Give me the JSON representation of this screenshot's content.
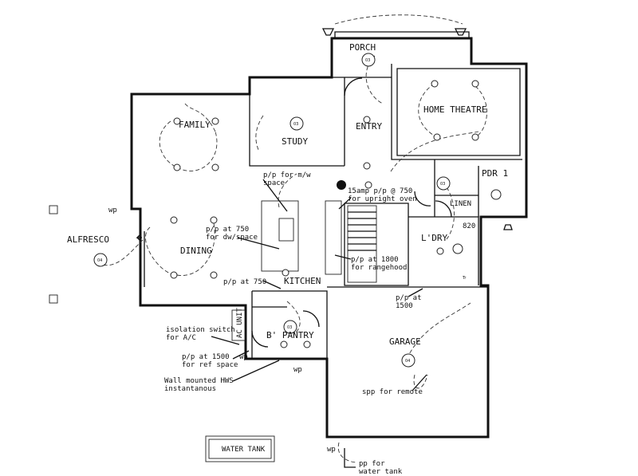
{
  "rooms": {
    "porch": "PORCH",
    "home_theatre": "HOME THEATRE",
    "family": "FAMILY",
    "study": "STUDY",
    "entry": "ENTRY",
    "pdr": "PDR 1",
    "linen": "LINEN",
    "alfresco": "ALFRESCO",
    "dining": "DINING",
    "kitchen": "KITCHEN",
    "ldry": "L'DRY",
    "bpantry": "B' PANTRY",
    "garage": "GARAGE",
    "ac_unit": "AC UNIT",
    "water_tank": "WATER TANK"
  },
  "notes": {
    "pp_mw_1": "p/p for m/w",
    "pp_mw_2": "space",
    "amp_1": "15amp p/p @ 750",
    "amp_2": "for upright oven",
    "pp_dw_1": "p/p at 750",
    "pp_dw_2": "for dw/space",
    "pp_rh_1": "p/p at 1800",
    "pp_rh_2": "for rangehood",
    "pp_750": "p/p at 750",
    "pp_1500_1": "p/p at",
    "pp_1500_2": "1500",
    "iso_1": "isolation switch",
    "iso_2": "for A/C",
    "ref_1": "p/p at 1500",
    "ref_2": "for ref space",
    "hws_1": "Wall mounted HWS",
    "hws_2": "instantanous",
    "spp": "spp for remote",
    "pp_tank_1": "pp for",
    "pp_tank_2": "water tank",
    "wp": "wp",
    "size_820": "820",
    "tr": "Tr"
  },
  "tags": {
    "t03": "03",
    "t04": "04"
  },
  "colors": {
    "line": "#111111",
    "background": "#ffffff"
  }
}
